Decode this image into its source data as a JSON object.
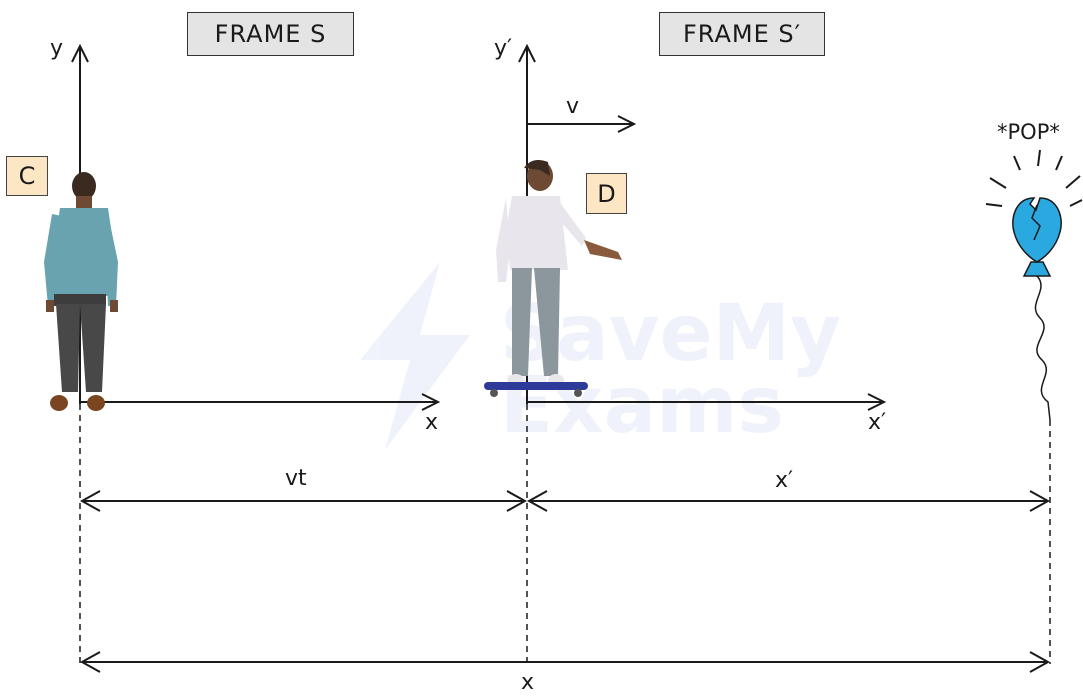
{
  "frames": {
    "s_label": "FRAME S",
    "s_prime_label": "FRAME S′"
  },
  "observers": {
    "c_label": "C",
    "d_label": "D"
  },
  "axes": {
    "y": "y",
    "x": "x",
    "y_prime": "y′",
    "x_prime": "x′"
  },
  "velocity_label": "v",
  "event_label": "*POP*",
  "distances": {
    "vt": "vt",
    "x_prime": "x′",
    "x": "x"
  },
  "watermark": "Save My Exams",
  "colors": {
    "balloon": "#2aa8e0",
    "skateboard": "#2d3a9a",
    "frame_box": "#e4e4e4",
    "observer_box": "#fde6c4"
  }
}
